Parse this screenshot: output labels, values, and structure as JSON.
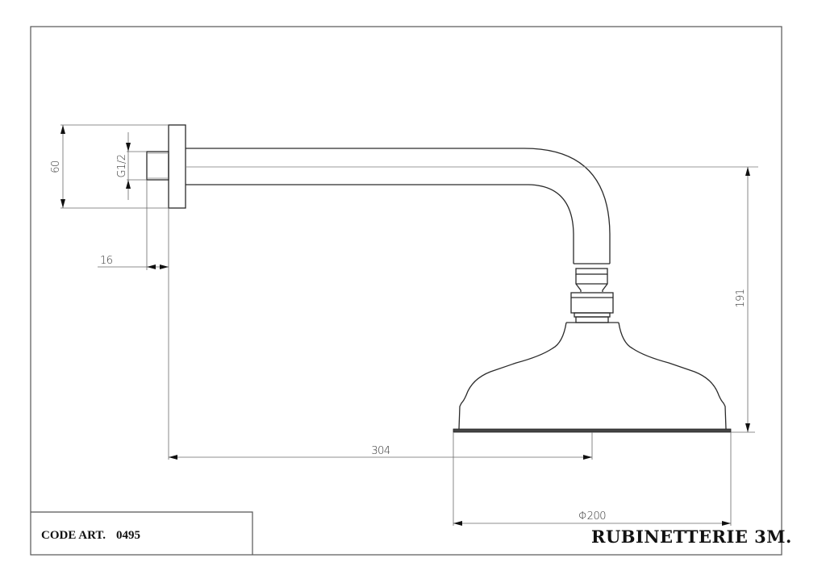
{
  "title_block": {
    "code_label": "CODE ART.",
    "code_value": "0495"
  },
  "brand": {
    "name": "RUBINETTERIE 3M."
  },
  "dimensions": {
    "flange_height": "60",
    "thread": "G1/2",
    "flange_depth": "16",
    "arm_projection": "304",
    "drop_height": "191",
    "head_diameter": "Φ200"
  },
  "colors": {
    "line": "#2a2a2a",
    "dimension_line": "#6a6a6a",
    "text": "#111111"
  }
}
